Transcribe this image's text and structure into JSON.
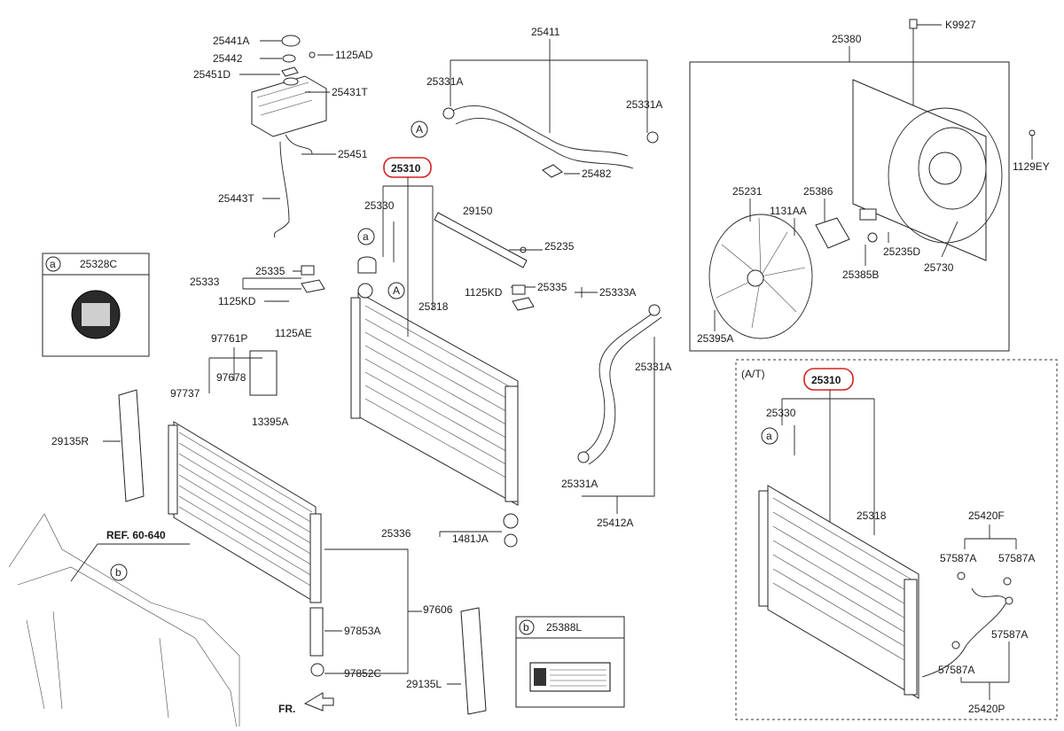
{
  "diagram": {
    "highlight_color": "#d42020",
    "callouts": {
      "p25441A": "25441A",
      "p25442": "25442",
      "p25451D": "25451D",
      "p1125AD": "1125AD",
      "p25431T": "25431T",
      "p25451": "25451",
      "p25443T": "25443T",
      "p25411": "25411",
      "p25331A_a": "25331A",
      "p25331A_b": "25331A",
      "p25482": "25482",
      "p25310": "25310",
      "p25330": "25330",
      "p29150": "29150",
      "p25235": "25235",
      "p25333": "25333",
      "p25335_a": "25335",
      "p1125KD_a": "1125KD",
      "p25318": "25318",
      "p1125KD_b": "1125KD",
      "p25335_b": "25335",
      "p25333A": "25333A",
      "p25331A_c": "25331A",
      "p25331A_d": "25331A",
      "p25412A": "25412A",
      "p97761P": "97761P",
      "p1125AE": "1125AE",
      "p97678": "97678",
      "p97737": "97737",
      "p13395A": "13395A",
      "p29135R": "29135R",
      "p25336": "25336",
      "p1481JA": "1481JA",
      "p97606": "97606",
      "p97853A": "97853A",
      "p97852C": "97852C",
      "p29135L": "29135L",
      "ref": "REF. 60-640",
      "fr": "FR.",
      "p25380": "25380",
      "pK9927": "K9927",
      "p1129EY": "1129EY",
      "p25231": "25231",
      "p25386": "25386",
      "p1131AA": "1131AA",
      "p25235D": "25235D",
      "p25385B": "25385B",
      "p25730": "25730",
      "p25395A": "25395A",
      "at": "(A/T)",
      "p25310_at": "25310",
      "p25330_at": "25330",
      "p25318_at": "25318",
      "p25420F": "25420F",
      "p57587A_1": "57587A",
      "p57587A_2": "57587A",
      "p57587A_3": "57587A",
      "p57587A_4": "57587A",
      "p25420P": "25420P",
      "inset_a_code": "25328C",
      "inset_b_code": "25388L"
    },
    "markers": {
      "a": "a",
      "b": "b",
      "A": "A"
    }
  }
}
